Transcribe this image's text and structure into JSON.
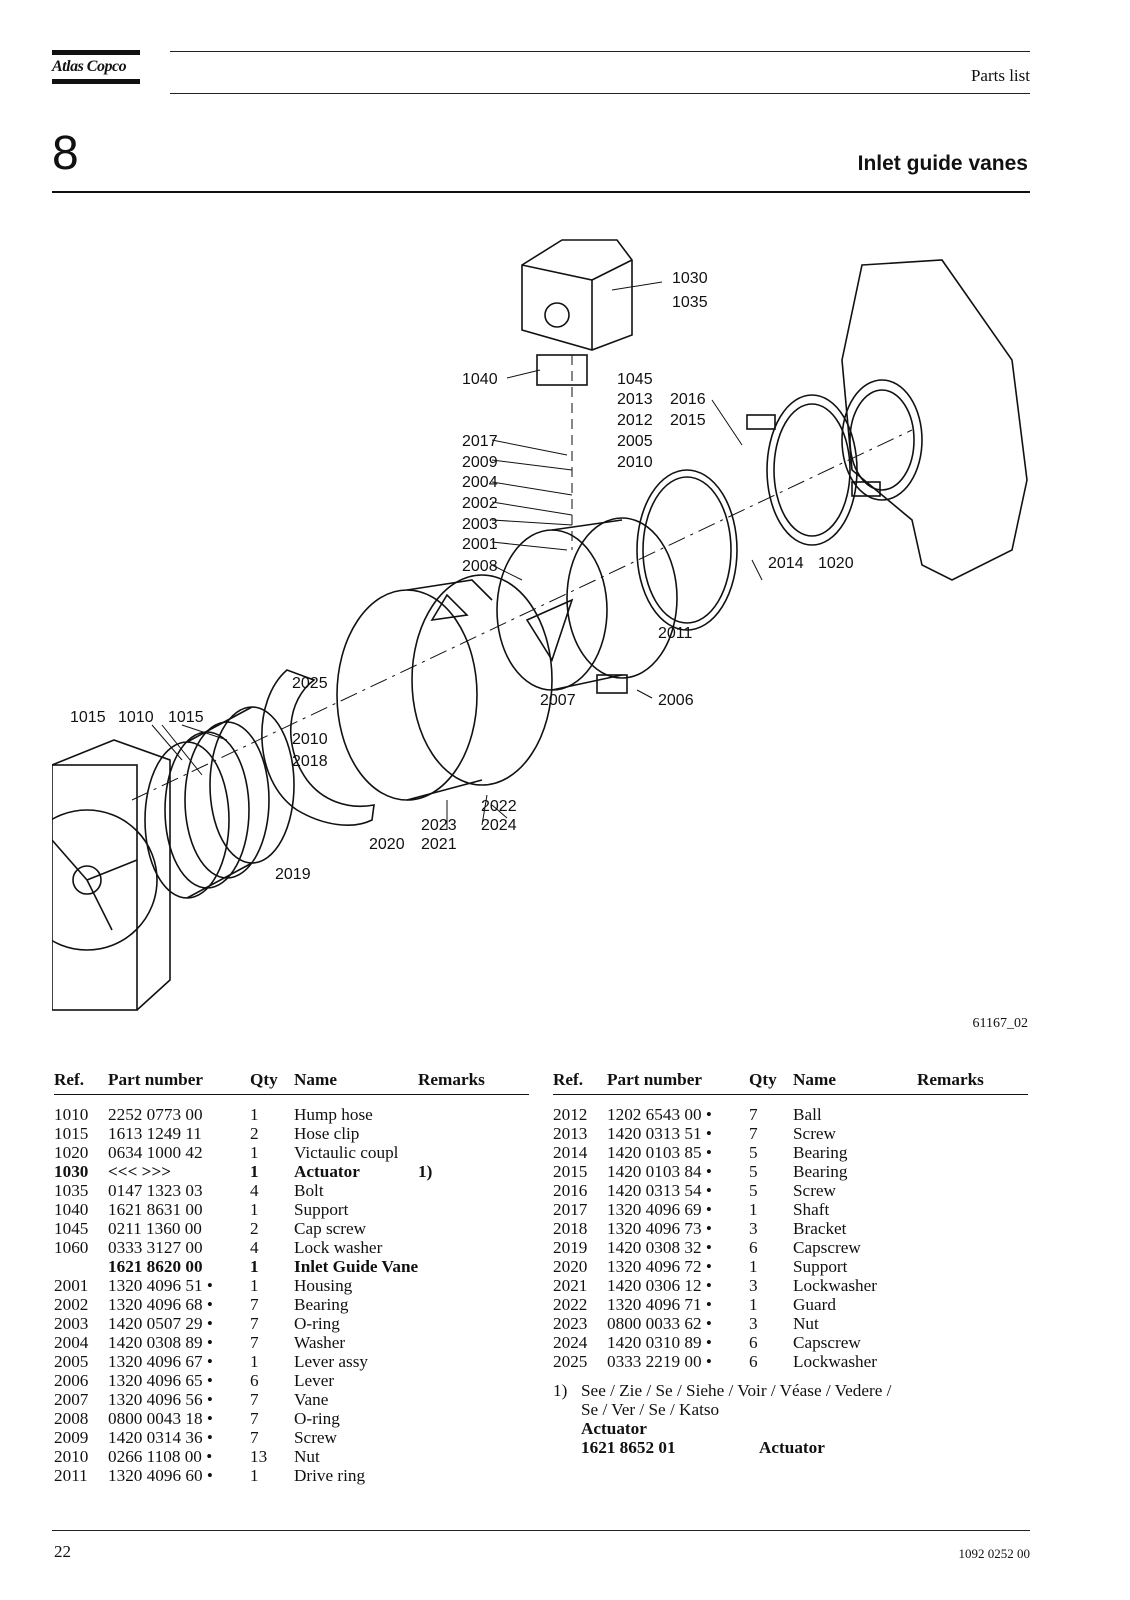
{
  "header": {
    "logo_text": "Atlas Copco",
    "section_label": "Parts list",
    "chapter_number": "8",
    "title": "Inlet guide vanes"
  },
  "figure": {
    "id": "61167_02",
    "callouts": [
      "1030",
      "1035",
      "1040",
      "1045",
      "2013",
      "2016",
      "2012",
      "2015",
      "2017",
      "2005",
      "2009",
      "2010",
      "2004",
      "2002",
      "2003",
      "2001",
      "2008",
      "2014",
      "1020",
      "2011",
      "2025",
      "2007",
      "2006",
      "1015",
      "1010",
      "1015",
      "2010",
      "2018",
      "2022",
      "2023",
      "2024",
      "2020",
      "2021",
      "2019"
    ]
  },
  "table": {
    "headers": {
      "ref": "Ref.",
      "part_number": "Part number",
      "qty": "Qty",
      "name": "Name",
      "remarks": "Remarks"
    },
    "left_rows": [
      {
        "ref": "1010",
        "pn": "2252 0773 00",
        "qty": "1",
        "name": "Hump hose",
        "rem": ""
      },
      {
        "ref": "1015",
        "pn": "1613 1249 11",
        "qty": "2",
        "name": "Hose clip",
        "rem": ""
      },
      {
        "ref": "1020",
        "pn": "0634 1000 42",
        "qty": "1",
        "name": "Victaulic coupl",
        "rem": ""
      },
      {
        "ref": "1030",
        "pn": "<<< >>>",
        "qty": "1",
        "name": "Actuator",
        "rem": "1)",
        "bold": true
      },
      {
        "ref": "1035",
        "pn": "0147 1323 03",
        "qty": "4",
        "name": "Bolt",
        "rem": ""
      },
      {
        "ref": "1040",
        "pn": "1621 8631 00",
        "qty": "1",
        "name": "Support",
        "rem": ""
      },
      {
        "ref": "1045",
        "pn": "0211 1360 00",
        "qty": "2",
        "name": "Cap screw",
        "rem": ""
      },
      {
        "ref": "1060",
        "pn": "0333 3127 00",
        "qty": "4",
        "name": "Lock washer",
        "rem": ""
      },
      {
        "ref": "",
        "pn": "1621 8620 00",
        "qty": "1",
        "name": "Inlet Guide Vane",
        "rem": "",
        "bold": true
      },
      {
        "ref": "2001",
        "pn": "1320 4096 51 •",
        "qty": "1",
        "name": "Housing",
        "rem": ""
      },
      {
        "ref": "2002",
        "pn": "1320 4096 68 •",
        "qty": "7",
        "name": "Bearing",
        "rem": ""
      },
      {
        "ref": "2003",
        "pn": "1420 0507 29 •",
        "qty": "7",
        "name": "O-ring",
        "rem": ""
      },
      {
        "ref": "2004",
        "pn": "1420 0308 89 •",
        "qty": "7",
        "name": "Washer",
        "rem": ""
      },
      {
        "ref": "2005",
        "pn": "1320 4096 67 •",
        "qty": "1",
        "name": "Lever assy",
        "rem": ""
      },
      {
        "ref": "2006",
        "pn": "1320 4096 65 •",
        "qty": "6",
        "name": "Lever",
        "rem": ""
      },
      {
        "ref": "2007",
        "pn": "1320 4096 56 •",
        "qty": "7",
        "name": "Vane",
        "rem": ""
      },
      {
        "ref": "2008",
        "pn": "0800 0043 18 •",
        "qty": "7",
        "name": "O-ring",
        "rem": ""
      },
      {
        "ref": "2009",
        "pn": "1420 0314 36 •",
        "qty": "7",
        "name": "Screw",
        "rem": ""
      },
      {
        "ref": "2010",
        "pn": "0266 1108 00 •",
        "qty": "13",
        "name": "Nut",
        "rem": ""
      },
      {
        "ref": "2011",
        "pn": "1320 4096 60 •",
        "qty": "1",
        "name": "Drive ring",
        "rem": ""
      }
    ],
    "right_rows": [
      {
        "ref": "2012",
        "pn": "1202 6543 00 •",
        "qty": "7",
        "name": "Ball",
        "rem": ""
      },
      {
        "ref": "2013",
        "pn": "1420 0313 51 •",
        "qty": "7",
        "name": "Screw",
        "rem": ""
      },
      {
        "ref": "2014",
        "pn": "1420 0103 85 •",
        "qty": "5",
        "name": "Bearing",
        "rem": ""
      },
      {
        "ref": "2015",
        "pn": "1420 0103 84 •",
        "qty": "5",
        "name": "Bearing",
        "rem": ""
      },
      {
        "ref": "2016",
        "pn": "1420 0313 54 •",
        "qty": "5",
        "name": "Screw",
        "rem": ""
      },
      {
        "ref": "2017",
        "pn": "1320 4096 69 •",
        "qty": "1",
        "name": "Shaft",
        "rem": ""
      },
      {
        "ref": "2018",
        "pn": "1320 4096 73 •",
        "qty": "3",
        "name": "Bracket",
        "rem": ""
      },
      {
        "ref": "2019",
        "pn": "1420 0308 32 •",
        "qty": "6",
        "name": "Capscrew",
        "rem": ""
      },
      {
        "ref": "2020",
        "pn": "1320 4096 72 •",
        "qty": "1",
        "name": "Support",
        "rem": ""
      },
      {
        "ref": "2021",
        "pn": "1420 0306 12 •",
        "qty": "3",
        "name": "Lockwasher",
        "rem": ""
      },
      {
        "ref": "2022",
        "pn": "1320 4096 71 •",
        "qty": "1",
        "name": "Guard",
        "rem": ""
      },
      {
        "ref": "2023",
        "pn": "0800 0033 62 •",
        "qty": "3",
        "name": "Nut",
        "rem": ""
      },
      {
        "ref": "2024",
        "pn": "1420 0310 89 •",
        "qty": "6",
        "name": "Capscrew",
        "rem": ""
      },
      {
        "ref": "2025",
        "pn": "0333 2219 00 •",
        "qty": "6",
        "name": "Lockwasher",
        "rem": ""
      }
    ]
  },
  "footnote": {
    "mark": "1)",
    "line1": "See / Zie / Se / Siehe / Voir / Véase / Vedere /",
    "line2": "Se / Ver / Se / Katso",
    "label": "Actuator",
    "part_number": "1621 8652 01",
    "part_name": "Actuator"
  },
  "footer": {
    "page_number": "22",
    "doc_number": "1092 0252 00"
  }
}
